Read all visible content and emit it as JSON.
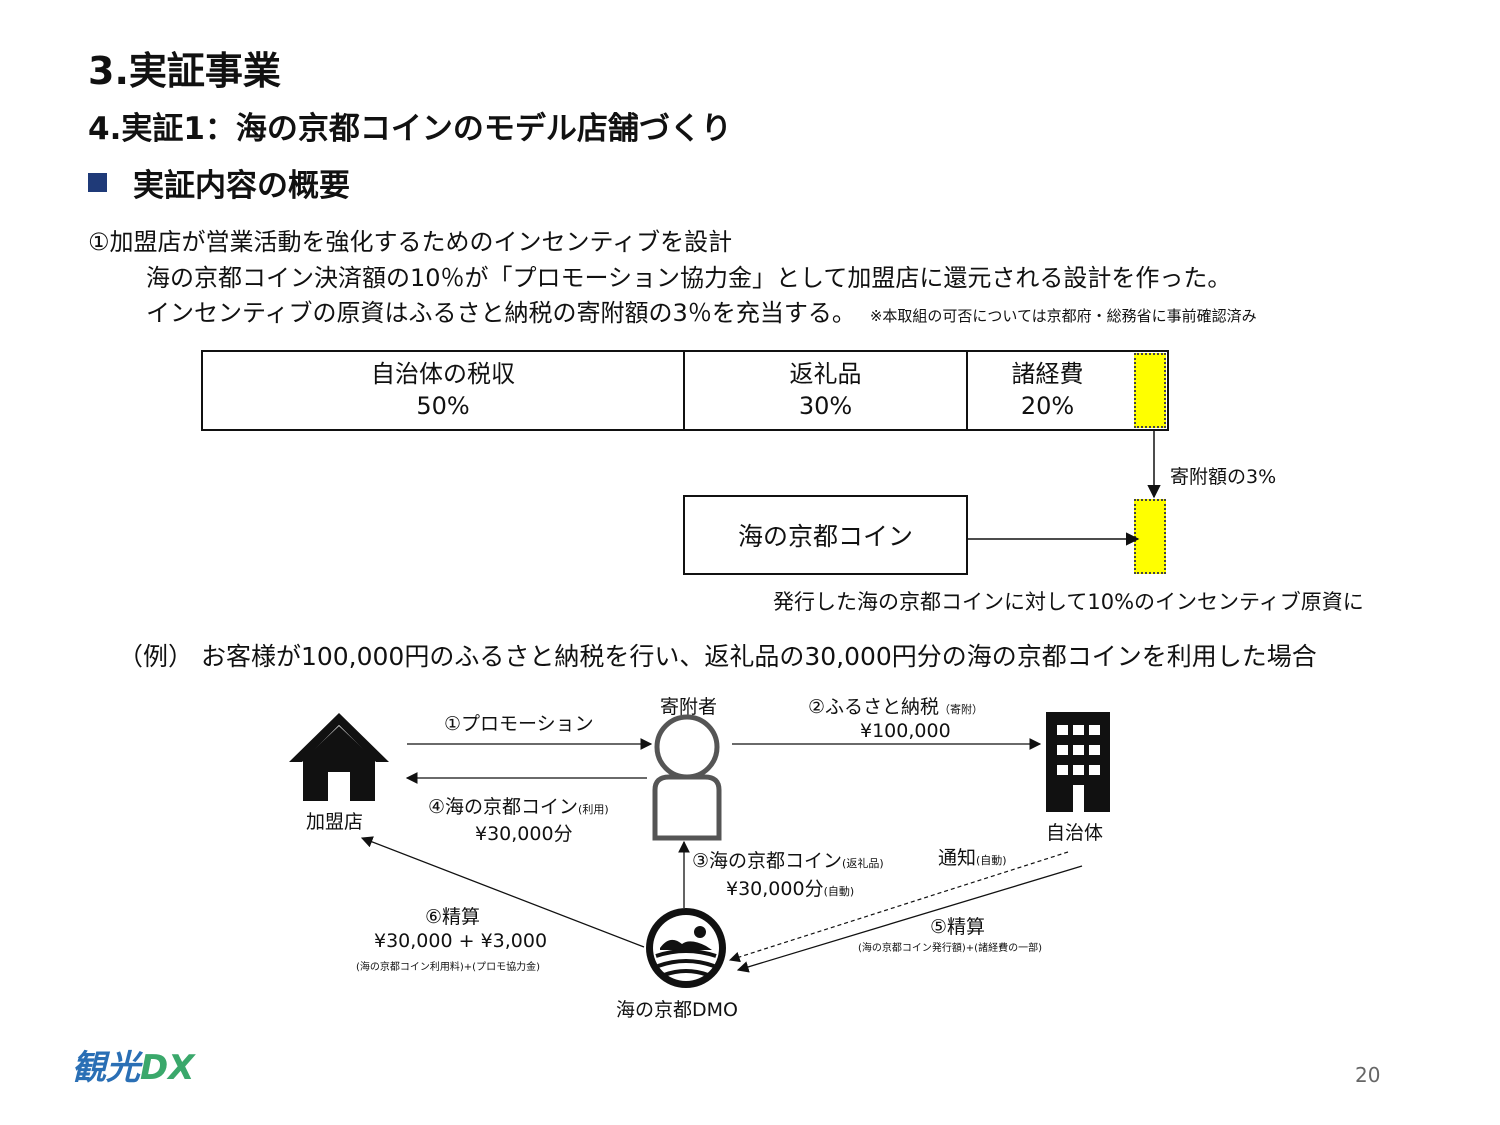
{
  "header": {
    "title": "3.実証事業",
    "subtitle": "4.実証1：海の京都コインのモデル店舗づくり",
    "section": "実証内容の概要"
  },
  "body": {
    "line1": "①加盟店が営業活動を強化するためのインセンティブを設計",
    "line2": "海の京都コイン決済額の10％が「プロモーション協力金」として加盟店に還元される設計を作った。",
    "line3": "インセンティブの原資はふるさと納税の寄附額の3％を充当する。",
    "line3_note": "※本取組の可否については京都府・総務省に事前確認済み"
  },
  "breakdown": {
    "cells": [
      {
        "label": "自治体の税収",
        "pct": "50%"
      },
      {
        "label": "返礼品",
        "pct": "30%"
      },
      {
        "label": "諸経費",
        "pct": "20%"
      }
    ],
    "arrow_label": "寄附額の3%",
    "coin_box": "海の京都コイン",
    "caption": "発行した海の京都コインに対して10%のインセンティブ原資に",
    "accent_color": "#ffff00"
  },
  "example": {
    "heading": "（例） お客様が100,000円のふるさと納税を行い、返礼品の30,000円分の海の京都コインを利用した場合"
  },
  "flow": {
    "store": "加盟店",
    "donor": "寄附者",
    "municipality": "自治体",
    "dmo": "海の京都DMO",
    "step1": "①プロモーション",
    "step2_main": "②ふるさと納税",
    "step2_small": "（寄附）",
    "step2_amount": "¥100,000",
    "step4_main": "④海の京都コイン",
    "step4_small": "(利用)",
    "step4_amount": "¥30,000分",
    "step3_main": "③海の京都コイン",
    "step3_small": "(返礼品)",
    "step3_amount": "¥30,000分",
    "step3_amount_small": "(自動)",
    "notify_main": "通知",
    "notify_small": "(自動)",
    "step5_main": "⑤精算",
    "step5_small": "(海の京都コイン発行額)+(諸経費の一部)",
    "step6_main": "⑥精算",
    "step6_amount": "¥30,000 + ¥3,000",
    "step6_small": "(海の京都コイン利用料)+(プロモ協力金)"
  },
  "footer": {
    "logo_main": "観光",
    "logo_dx": "DX",
    "page": "20"
  }
}
